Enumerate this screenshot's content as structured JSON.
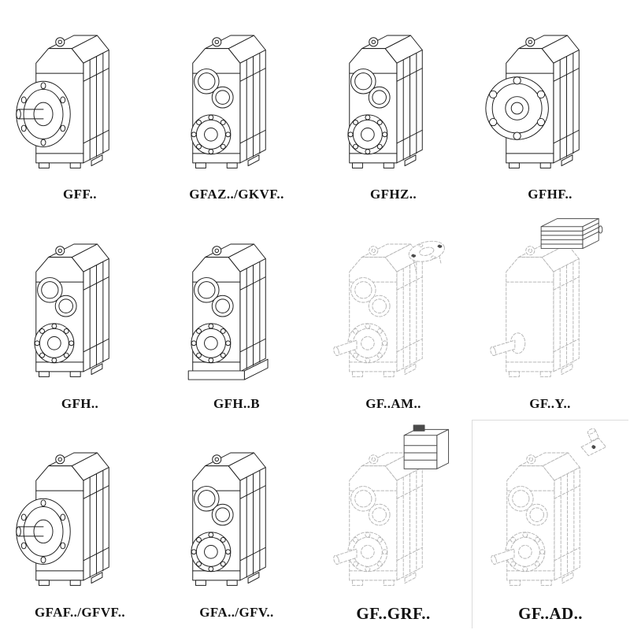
{
  "page": {
    "background": "#ffffff",
    "description": "Catalog sheet of parallel shaft helical gearmotor model variants, isometric line drawings in a 4x3 grid"
  },
  "colors": {
    "ink": "#1c1c1c",
    "phantom": "#b6b6b6",
    "accent_dark": "#4a4a4a",
    "label_text": "#111111"
  },
  "items": [
    {
      "label": "GFF..",
      "variant": "flange",
      "style": "solid"
    },
    {
      "label": "GFAZ../GKVF..",
      "variant": "bores",
      "style": "solid"
    },
    {
      "label": "GFHZ..",
      "variant": "bores",
      "style": "solid"
    },
    {
      "label": "GFHF..",
      "variant": "flange-front",
      "style": "solid"
    },
    {
      "label": "GFH..",
      "variant": "bores",
      "style": "solid"
    },
    {
      "label": "GFH..B",
      "variant": "bores-base",
      "style": "solid"
    },
    {
      "label": "GF..AM..",
      "variant": "shaft-mount",
      "style": "faint"
    },
    {
      "label": "GF..Y..",
      "variant": "motor",
      "style": "faint"
    },
    {
      "label": "GFAF../GFVF..",
      "variant": "flange",
      "style": "solid"
    },
    {
      "label": "GFA../GFV..",
      "variant": "bores",
      "style": "solid"
    },
    {
      "label": "GF..GRF..",
      "variant": "motor-side",
      "style": "faint"
    },
    {
      "label": "GF..AD..",
      "variant": "adapter",
      "style": "faint"
    }
  ]
}
